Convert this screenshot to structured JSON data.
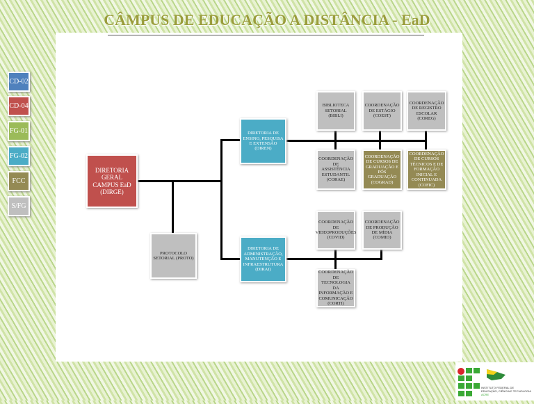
{
  "title": "CÂMPUS DE EDUCAÇÃO A DISTÂNCIA - EaD",
  "legend": [
    {
      "label": "CD-02",
      "color": "#4f81bd"
    },
    {
      "label": "CD-04",
      "color": "#c0504d"
    },
    {
      "label": "FG-01",
      "color": "#9bbb59"
    },
    {
      "label": "FG-02",
      "color": "#4bacc6"
    },
    {
      "label": "FCC",
      "color": "#948a54"
    },
    {
      "label": "S/FG",
      "color": "#bfbfbf"
    }
  ],
  "nodes": {
    "dirge": "DIRETORIA GERAL CAMPUS EaD (DIRGE)",
    "proto": "PROTOCOLO SETORIAL (PROTO)",
    "diren": "DIRETORIA DE ENSINO, PESQUISA E EXTENSÃO (DIREN)",
    "dirai": "DIRETORIA DE ADMINISTRAÇÃO, MANUTENÇÃO E INFRAESTRUTURA (DIRAI)",
    "bibli": "BIBLIOTECA SETORIAL (BIBLI)",
    "coest": "COORDENAÇÃO DE ESTÁGIO (COEST)",
    "coreg": "COORDENAÇÃO DE REGISTRO ESCOLAR (COREG)",
    "corae": "COORDENAÇÃO DE ASSISTÊNCIA ESTUDANTIL (CORAE)",
    "cograd": "COORDENAÇÃO DE CURSOS DE GRADUAÇÃO E PÓS GRADUAÇÃO (COGRAD)",
    "cofic": "COORDENAÇÃO DE CURSOS TÉCNICOS E DE FORMAÇÃO INICIAL E CONTINUADA (COFIC)",
    "covid": "COORDENAÇÃO DE VIDEOPRODUÇÕES (COVID)",
    "comid": "COORDENAÇÃO DE PRODUÇÃO DE MÍDIA (COMID)",
    "corti": "COORDENAÇÃO DE TECNOLOGIA DA INFORMAÇÃO E COMUNICAÇÃO (CORTI)"
  },
  "logo": {
    "text": "INSTITUTO FEDERAL DE EDUCAÇÃO, CIÊNCIA E TECNOLOGIA ACRE"
  }
}
